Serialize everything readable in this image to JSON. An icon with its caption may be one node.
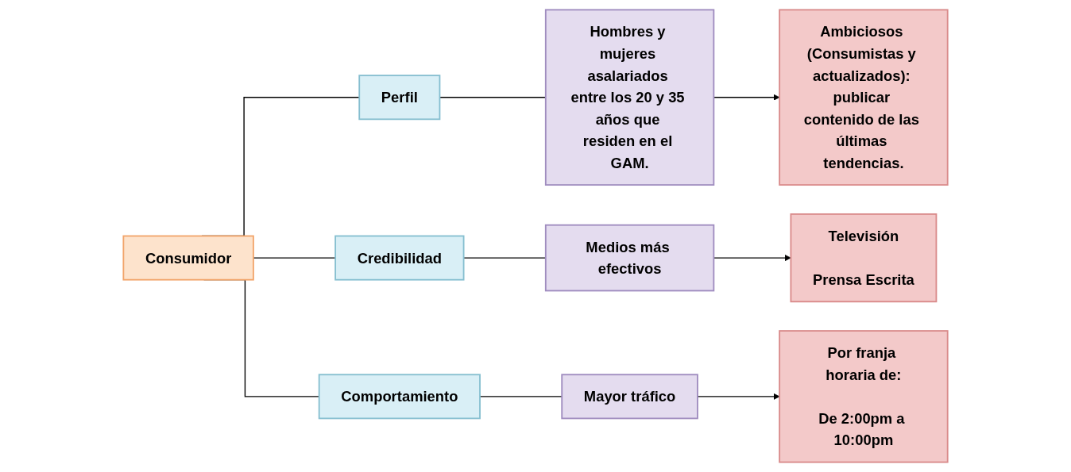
{
  "diagram": {
    "nodes": [
      {
        "text": [
          "Consumidor"
        ]
      },
      {
        "text": [
          "Perfil"
        ]
      },
      {
        "text": [
          "Credibilidad"
        ]
      },
      {
        "text": [
          "Comportamiento"
        ]
      },
      {
        "text": [
          "Hombres y mujeres asalariados entre los 20 y 35 años que residen en el GAM."
        ]
      },
      {
        "text": [
          "Ambiciosos (Consumistas y actualizados): publicar contenido de las últimas tendencias."
        ]
      },
      {
        "text": [
          "Medios más efectivos"
        ]
      },
      {
        "text": [
          "Televisión",
          "Prensa Escrita"
        ]
      },
      {
        "text": [
          "Mayor tráfico"
        ]
      },
      {
        "text": [
          "Por franja horaria de:",
          "De 2:00pm a 10:00pm"
        ]
      }
    ],
    "edges": [
      {
        "from": 0,
        "to": 1,
        "arrow": "none"
      },
      {
        "from": 0,
        "to": 2,
        "arrow": "none"
      },
      {
        "from": 0,
        "to": 3,
        "arrow": "none"
      },
      {
        "from": 1,
        "to": 4,
        "arrow": "none"
      },
      {
        "from": 4,
        "to": 5,
        "arrow": "to"
      },
      {
        "from": 2,
        "to": 6,
        "arrow": "none"
      },
      {
        "from": 6,
        "to": 7,
        "arrow": "to"
      },
      {
        "from": 3,
        "to": 8,
        "arrow": "none"
      },
      {
        "from": 8,
        "to": 9,
        "arrow": "to"
      }
    ]
  }
}
